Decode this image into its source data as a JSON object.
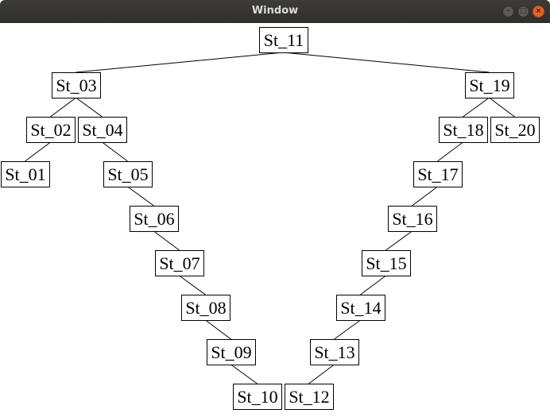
{
  "window": {
    "title": "Window"
  },
  "controls": [
    {
      "name": "minimize-button",
      "icon": "minimize-icon",
      "glyph": "–"
    },
    {
      "name": "maximize-button",
      "icon": "maximize-icon",
      "glyph": "□"
    },
    {
      "name": "close-button",
      "icon": "close-icon",
      "glyph": "×"
    }
  ],
  "tree": {
    "nodes": [
      {
        "id": "St_11",
        "label": "St_11"
      },
      {
        "id": "St_03",
        "label": "St_03"
      },
      {
        "id": "St_19",
        "label": "St_19"
      },
      {
        "id": "St_02",
        "label": "St_02"
      },
      {
        "id": "St_04",
        "label": "St_04"
      },
      {
        "id": "St_18",
        "label": "St_18"
      },
      {
        "id": "St_20",
        "label": "St_20"
      },
      {
        "id": "St_01",
        "label": "St_01"
      },
      {
        "id": "St_05",
        "label": "St_05"
      },
      {
        "id": "St_17",
        "label": "St_17"
      },
      {
        "id": "St_06",
        "label": "St_06"
      },
      {
        "id": "St_16",
        "label": "St_16"
      },
      {
        "id": "St_07",
        "label": "St_07"
      },
      {
        "id": "St_15",
        "label": "St_15"
      },
      {
        "id": "St_08",
        "label": "St_08"
      },
      {
        "id": "St_14",
        "label": "St_14"
      },
      {
        "id": "St_09",
        "label": "St_09"
      },
      {
        "id": "St_13",
        "label": "St_13"
      },
      {
        "id": "St_10",
        "label": "St_10"
      },
      {
        "id": "St_12",
        "label": "St_12"
      }
    ],
    "edges": [
      [
        "St_11",
        "St_03"
      ],
      [
        "St_11",
        "St_19"
      ],
      [
        "St_03",
        "St_02"
      ],
      [
        "St_03",
        "St_04"
      ],
      [
        "St_02",
        "St_01"
      ],
      [
        "St_04",
        "St_05"
      ],
      [
        "St_05",
        "St_06"
      ],
      [
        "St_06",
        "St_07"
      ],
      [
        "St_07",
        "St_08"
      ],
      [
        "St_08",
        "St_09"
      ],
      [
        "St_09",
        "St_10"
      ],
      [
        "St_19",
        "St_18"
      ],
      [
        "St_19",
        "St_20"
      ],
      [
        "St_18",
        "St_17"
      ],
      [
        "St_17",
        "St_16"
      ],
      [
        "St_16",
        "St_15"
      ],
      [
        "St_15",
        "St_14"
      ],
      [
        "St_14",
        "St_13"
      ],
      [
        "St_13",
        "St_12"
      ]
    ]
  }
}
